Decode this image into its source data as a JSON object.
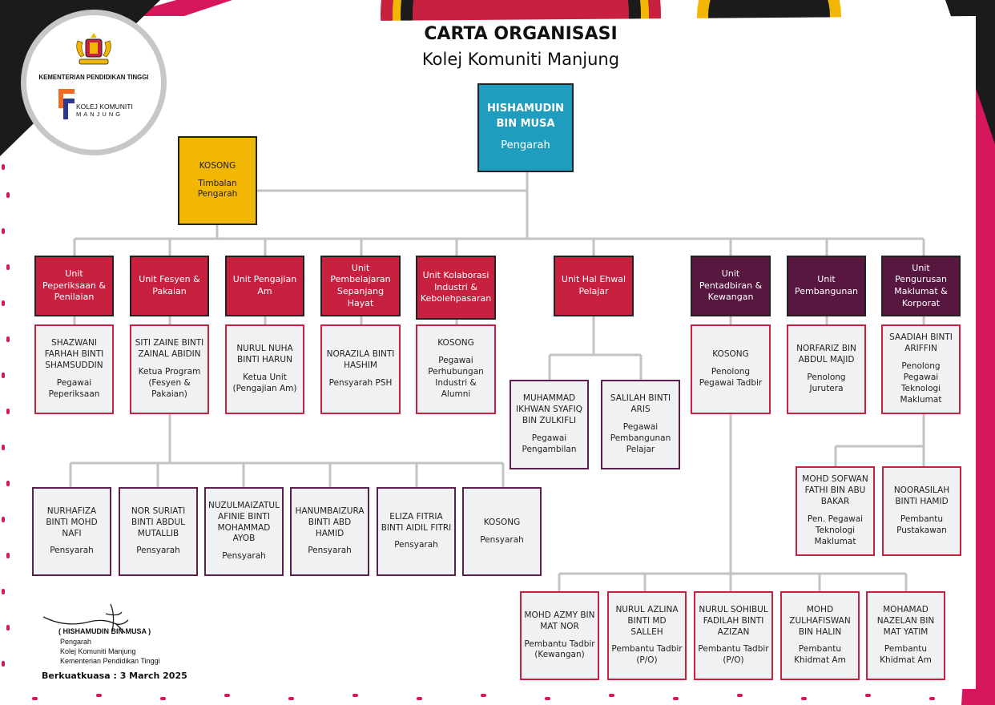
{
  "header": {
    "title": "CARTA ORGANISASI",
    "subtitle": "Kolej Komuniti Manjung"
  },
  "logo": {
    "ministry": "KEMENTERIAN PENDIDIKAN TINGGI",
    "college_line1": "KOLEJ KOMUNITI",
    "college_line2": "MANJUNG",
    "crest_icon": "malaysia-coat-of-arms-icon"
  },
  "director": {
    "name": "HISHAMUDIN BIN MUSA",
    "title": "Pengarah"
  },
  "deputy": {
    "name": "KOSONG",
    "title": "Timbalan Pengarah"
  },
  "units": [
    {
      "label": "Unit Peperiksaan & Penilaian"
    },
    {
      "label": "Unit Fesyen & Pakaian"
    },
    {
      "label": "Unit Pengajian Am"
    },
    {
      "label": "Unit Pembelajaran Sepanjang Hayat"
    },
    {
      "label": "Unit Kolaborasi Industri & Kebolehpasaran"
    },
    {
      "label": "Unit Hal Ehwal Pelajar"
    },
    {
      "label": "Unit Pentadbiran & Kewangan"
    },
    {
      "label": "Unit Pembangunan"
    },
    {
      "label": "Unit Pengurusan Maklumat & Korporat"
    }
  ],
  "staff": [
    {
      "name": "SHAZWANI FARHAH BINTI SHAMSUDDIN",
      "role": "Pegawai Peperiksaan"
    },
    {
      "name": "SITI ZAINE BINTI ZAINAL ABIDIN",
      "role": "Ketua Program (Fesyen & Pakaian)"
    },
    {
      "name": "NURUL NUHA BINTI HARUN",
      "role": "Ketua Unit (Pengajian Am)"
    },
    {
      "name": "NORAZILA BINTI HASHIM",
      "role": "Pensyarah PSH"
    },
    {
      "name": "KOSONG",
      "role": "Pegawai Perhubungan Industri & Alumni"
    },
    {
      "name": "MUHAMMAD IKHWAN SYAFIQ BIN ZULKIFLI",
      "role": "Pegawai Pengambilan"
    },
    {
      "name": "SALILAH BINTI ARIS",
      "role": "Pegawai Pembangunan Pelajar"
    },
    {
      "name": "KOSONG",
      "role": "Penolong Pegawai Tadbir"
    },
    {
      "name": "NORFARIZ BIN ABDUL MAJID",
      "role": "Penolong Jurutera"
    },
    {
      "name": "SAADIAH BINTI ARIFFIN",
      "role": "Penolong Pegawai Teknologi Maklumat"
    },
    {
      "name": "NURHAFIZA BINTI MOHD NAFI",
      "role": "Pensyarah"
    },
    {
      "name": "NOR SURIATI BINTI ABDUL MUTALLIB",
      "role": "Pensyarah"
    },
    {
      "name": "NUZULMAIZATUL AFINIE BINTI MOHAMMAD AYOB",
      "role": "Pensyarah"
    },
    {
      "name": "HANUMBAIZURA BINTI ABD HAMID",
      "role": "Pensyarah"
    },
    {
      "name": "ELIZA FITRIA BINTI AIDIL FITRI",
      "role": "Pensyarah"
    },
    {
      "name": "KOSONG",
      "role": "Pensyarah"
    },
    {
      "name": "MOHD SOFWAN FATHI BIN ABU BAKAR",
      "role": "Pen. Pegawai Teknologi Maklumat"
    },
    {
      "name": "NOORASILAH BINTI HAMID",
      "role": "Pembantu Pustakawan"
    },
    {
      "name": "MOHD AZMY BIN MAT NOR",
      "role": "Pembantu Tadbir (Kewangan)"
    },
    {
      "name": "NURUL AZLINA BINTI MD SALLEH",
      "role": "Pembantu Tadbir (P/O)"
    },
    {
      "name": "NURUL SOHIBUL FADILAH BINTI AZIZAN",
      "role": "Pembantu Tadbir (P/O)"
    },
    {
      "name": "MOHD ZULHAFISWAN BIN HALIN",
      "role": "Pembantu Khidmat Am"
    },
    {
      "name": "MOHAMAD NAZELAN BIN MAT YATIM",
      "role": "Pembantu Khidmat Am"
    }
  ],
  "signature": {
    "name": "( HISHAMUDIN BIN MUSA )",
    "line1": "Pengarah",
    "line2": "Kolej Komuniti Manjung",
    "line3": "Kementerian Pendidikan Tinggi"
  },
  "effective_date": "Berkuatkuasa : 3 March 2025",
  "colors": {
    "unit_red": "#c8203f",
    "unit_purple": "#57173f",
    "director_teal": "#1f9dbf",
    "deputy_yellow": "#f2b705",
    "connector_grey": "#c3c3c3",
    "accent_magenta": "#d6175e"
  }
}
